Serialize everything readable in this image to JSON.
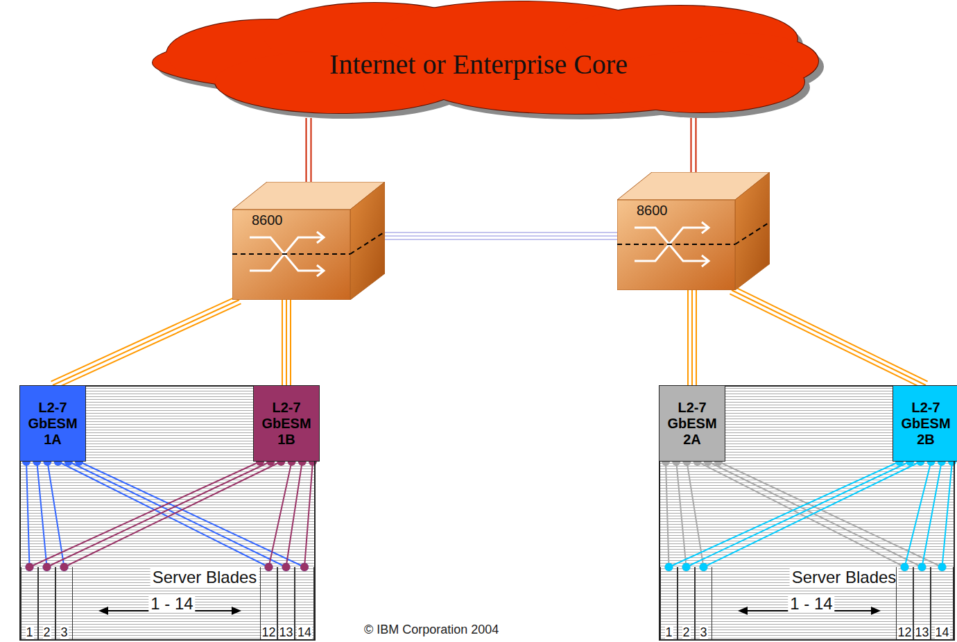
{
  "diagram": {
    "nodes": [
      {
        "text": [
          "Internet or Enterprise Core"
        ]
      },
      {
        "text": [
          "8600"
        ]
      },
      {
        "text": [
          "8600"
        ]
      },
      {
        "text": [
          "Server Blades",
          "1 - 14"
        ]
      },
      {
        "text": [
          "L2-7 GbESM 1A"
        ],
        "in": 3
      },
      {
        "text": [
          "L2-7 GbESM 1B"
        ],
        "in": 3
      },
      {
        "text": [
          "1"
        ],
        "in": 3
      },
      {
        "text": [
          "2"
        ],
        "in": 3
      },
      {
        "text": [
          "3"
        ],
        "in": 3
      },
      {
        "text": [
          "12"
        ],
        "in": 3
      },
      {
        "text": [
          "13"
        ],
        "in": 3
      },
      {
        "text": [
          "14"
        ],
        "in": 3
      },
      {
        "text": [
          "Server Blades",
          "1 - 14"
        ]
      },
      {
        "text": [
          "L2-7 GbESM 2A"
        ],
        "in": 12
      },
      {
        "text": [
          "L2-7 GbESM 2B"
        ],
        "in": 12
      },
      {
        "text": [
          "1"
        ],
        "in": 12
      },
      {
        "text": [
          "2"
        ],
        "in": 12
      },
      {
        "text": [
          "3"
        ],
        "in": 12
      },
      {
        "text": [
          "12"
        ],
        "in": 12
      },
      {
        "text": [
          "13"
        ],
        "in": 12
      },
      {
        "text": [
          "14"
        ],
        "in": 12
      }
    ],
    "edges": [
      {
        "from": 0,
        "to": 1,
        "arrow": "none"
      },
      {
        "from": 0,
        "to": 2,
        "arrow": "none"
      },
      {
        "from": 1,
        "to": 2,
        "arrow": "none"
      },
      {
        "from": 1,
        "to": 4,
        "arrow": "none"
      },
      {
        "from": 1,
        "to": 5,
        "arrow": "none"
      },
      {
        "from": 2,
        "to": 13,
        "arrow": "none"
      },
      {
        "from": 2,
        "to": 14,
        "arrow": "none"
      },
      {
        "from": 4,
        "to": 6,
        "arrow": "none"
      },
      {
        "from": 4,
        "to": 7,
        "arrow": "none"
      },
      {
        "from": 4,
        "to": 8,
        "arrow": "none"
      },
      {
        "from": 4,
        "to": 9,
        "arrow": "none"
      },
      {
        "from": 4,
        "to": 10,
        "arrow": "none"
      },
      {
        "from": 4,
        "to": 11,
        "arrow": "none"
      },
      {
        "from": 5,
        "to": 6,
        "arrow": "none"
      },
      {
        "from": 5,
        "to": 7,
        "arrow": "none"
      },
      {
        "from": 5,
        "to": 8,
        "arrow": "none"
      },
      {
        "from": 5,
        "to": 9,
        "arrow": "none"
      },
      {
        "from": 5,
        "to": 10,
        "arrow": "none"
      },
      {
        "from": 5,
        "to": 11,
        "arrow": "none"
      },
      {
        "from": 13,
        "to": 15,
        "arrow": "none"
      },
      {
        "from": 13,
        "to": 16,
        "arrow": "none"
      },
      {
        "from": 13,
        "to": 17,
        "arrow": "none"
      },
      {
        "from": 13,
        "to": 18,
        "arrow": "none"
      },
      {
        "from": 13,
        "to": 19,
        "arrow": "none"
      },
      {
        "from": 13,
        "to": 20,
        "arrow": "none"
      },
      {
        "from": 14,
        "to": 15,
        "arrow": "none"
      },
      {
        "from": 14,
        "to": 16,
        "arrow": "none"
      },
      {
        "from": 14,
        "to": 17,
        "arrow": "none"
      },
      {
        "from": 14,
        "to": 18,
        "arrow": "none"
      },
      {
        "from": 14,
        "to": 19,
        "arrow": "none"
      },
      {
        "from": 14,
        "to": 20,
        "arrow": "none"
      }
    ],
    "labels": [
      "© IBM Corporation 2004"
    ]
  }
}
